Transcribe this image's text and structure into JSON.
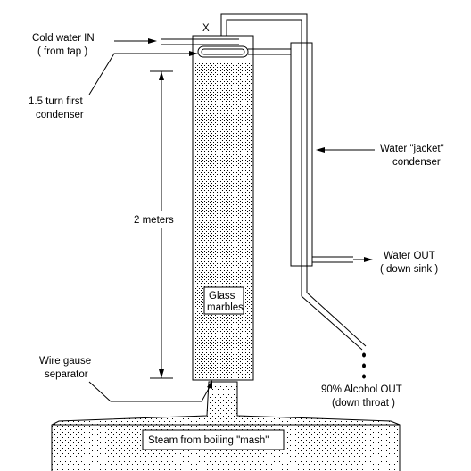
{
  "labels": {
    "cold_water_in": "Cold water IN",
    "from_tap": "( from tap )",
    "first_condenser_1": "1.5 turn first",
    "first_condenser_2": "condenser",
    "height": "2 meters",
    "wire_gauze_1": "Wire gause",
    "wire_gauze_2": "separator",
    "jacket_1": "Water \"jacket\"",
    "jacket_2": "condenser",
    "water_out_1": "Water OUT",
    "water_out_2": "( down sink )",
    "glass_1": "Glass",
    "glass_2": "marbles",
    "alcohol_1": "90% Alcohol OUT",
    "alcohol_2": "(down throat )",
    "steam": "Steam from boiling \"mash\"",
    "valve": "X"
  }
}
